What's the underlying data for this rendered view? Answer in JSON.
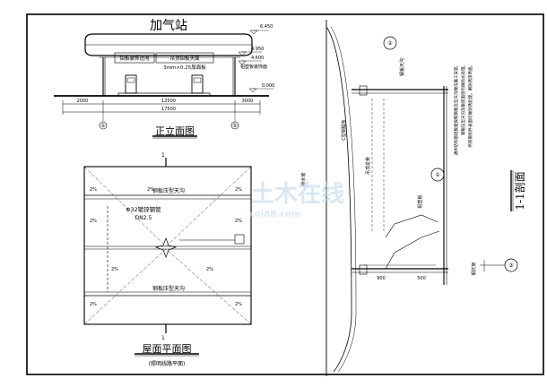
{
  "elevation": {
    "station_name": "加气站",
    "top_elevation": "6.450",
    "ceiling_elevation": "4.950",
    "middle_elevation": "4.600",
    "board_elevation": "4.600",
    "ground_elevation": "0.000",
    "label_ceiling_drain": "铝板装饰边沟",
    "label_ceiling_panel": "吊顶铝板天面",
    "label_panel_spec": "3mm×0.25厚面板",
    "label_fascia": "铝塑板装饰面",
    "dim_left": "2000",
    "dim_middle": "12500",
    "dim_right": "3000",
    "dim_total": "17500",
    "axis_1": "①",
    "axis_2": "⑤",
    "caption": "正立面图"
  },
  "roof_plan": {
    "label_upper_gutter": "钢板压型天沟",
    "label_pipe": "Φ32镀锌钢管",
    "label_dn": "DN2.5",
    "label_lower_gutter": "钢板压型天沟",
    "slope": "2%",
    "section_mark": "1",
    "caption": "屋面平面图",
    "sub_caption": "(照明线路平面)"
  },
  "section": {
    "caption": "1-1剖面",
    "detail_1": "①",
    "detail_2": "②",
    "detail_3": "③",
    "note_lines": [
      "通体结构面铝板面按照钢板压型天沟做法施工安装。",
      "钢板压型天沟及板底面层均做防水处理。",
      "所有钢构件表面均做防锈处理，刷防锈漆两遍。"
    ],
    "labels": {
      "drain": "排水坡",
      "gutter": "钢板天沟",
      "purlin": "C型钢檩条",
      "ceiling": "吊顶龙骨",
      "panel": "铝塑板",
      "bracket": "钢托架",
      "dim_a": "900",
      "dim_b": "500"
    }
  },
  "watermark": {
    "logo_text": "土木在线",
    "url_text": "coi88.com"
  }
}
